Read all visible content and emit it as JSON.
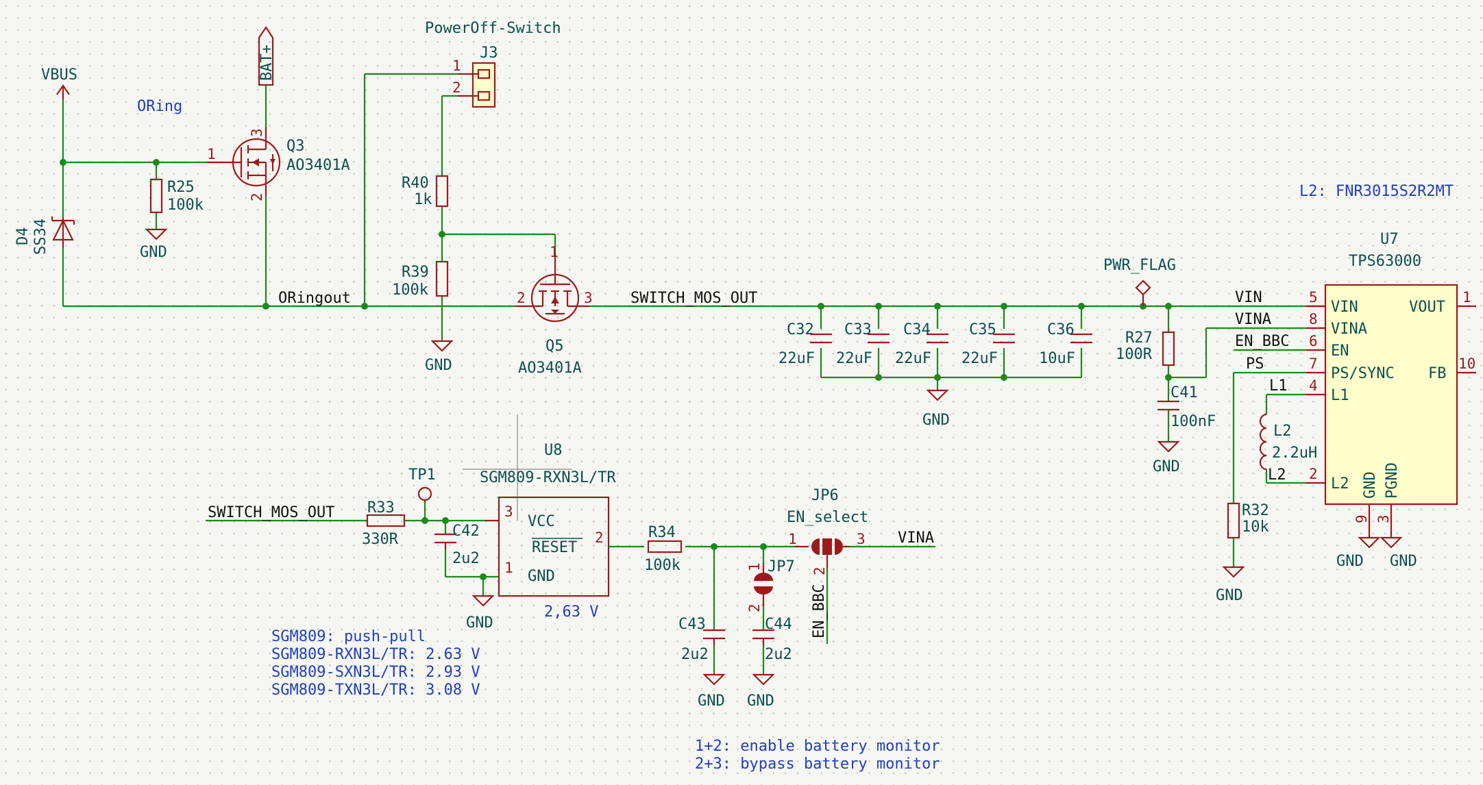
{
  "notes": {
    "oring": "ORing",
    "l2_part": "L2: FNR3015S2R2MT",
    "sgm1": "SGM809: push-pull",
    "sgm2": "SGM809-RXN3L/TR: 2.63 V",
    "sgm3": "SGM809-SXN3L/TR: 2.93 V",
    "sgm4": "SGM809-TXN3L/TR: 3.08 V",
    "jp1": "1+2: enable battery monitor",
    "jp2": "2+3: bypass battery monitor"
  },
  "power": {
    "vbus": "VBUS",
    "bat": "BAT+",
    "gnd": "GND",
    "pwr_flag": "PWR_FLAG"
  },
  "nets": {
    "oringout": "ORingout",
    "switch_mos_out": "SWITCH_MOS_OUT",
    "switch_mos_out2": "SWITCH_MOS_OUT",
    "vin": "VIN",
    "vina": "VINA",
    "vina2": "VINA",
    "en_bbc": "EN_BBC",
    "en_bbc2": "EN_BBC",
    "ps": "PS",
    "l1": "L1",
    "l2": "L2"
  },
  "components": {
    "q3": {
      "ref": "Q3",
      "value": "AO3401A"
    },
    "q5": {
      "ref": "Q5",
      "value": "AO3401A"
    },
    "d4": {
      "ref": "D4",
      "value": "SS34"
    },
    "r25": {
      "ref": "R25",
      "value": "100k"
    },
    "r40": {
      "ref": "R40",
      "value": "1k"
    },
    "r39": {
      "ref": "R39",
      "value": "100k"
    },
    "j3": {
      "ref": "J3",
      "value": "PowerOff-Switch"
    },
    "c32": {
      "ref": "C32",
      "value": "22uF"
    },
    "c33": {
      "ref": "C33",
      "value": "22uF"
    },
    "c34": {
      "ref": "C34",
      "value": "22uF"
    },
    "c35": {
      "ref": "C35",
      "value": "22uF"
    },
    "c36": {
      "ref": "C36",
      "value": "10uF"
    },
    "r27": {
      "ref": "R27",
      "value": "100R"
    },
    "c41": {
      "ref": "C41",
      "value": "100nF"
    },
    "u7": {
      "ref": "U7",
      "value": "TPS63000"
    },
    "l2": {
      "ref": "L2",
      "value": "2.2uH"
    },
    "r32": {
      "ref": "R32",
      "value": "10k"
    },
    "u8": {
      "ref": "U8",
      "value": "SGM809-RXN3L/TR",
      "voltage": "2,63 V"
    },
    "tp1": {
      "ref": "TP1"
    },
    "r33": {
      "ref": "R33",
      "value": "330R"
    },
    "c42": {
      "ref": "C42",
      "value": "2u2"
    },
    "r34": {
      "ref": "R34",
      "value": "100k"
    },
    "jp6": {
      "ref": "JP6",
      "value": "EN_select"
    },
    "jp7": {
      "ref": "JP7"
    },
    "c43": {
      "ref": "C43",
      "value": "2u2"
    },
    "c44": {
      "ref": "C44",
      "value": "2u2"
    }
  },
  "u7_pins": {
    "vin": "VIN",
    "vina": "VINA",
    "en": "EN",
    "ps": "PS/SYNC",
    "l1": "L1",
    "l2": "L2",
    "vout": "VOUT",
    "fb": "FB",
    "gnd": "GND",
    "pgnd": "PGND",
    "n_vin": "5",
    "n_vina": "8",
    "n_en": "6",
    "n_ps": "7",
    "n_l1": "4",
    "n_l2": "2",
    "n_vout": "1",
    "n_fb": "10",
    "n_gnd": "9",
    "n_pgnd": "3"
  },
  "u8_pins": {
    "vcc": "VCC",
    "reset": "RESET",
    "gnd": "GND",
    "n_vcc": "3",
    "n_reset": "2",
    "n_gnd": "1"
  },
  "pins": {
    "q3_1": "1",
    "q3_2": "2",
    "q3_3": "3",
    "q5_1": "1",
    "q5_2": "2",
    "q5_3": "3",
    "j3_1": "1",
    "j3_2": "2",
    "jp6_1": "1",
    "jp6_2": "2",
    "jp6_3": "3",
    "jp7_1": "1",
    "jp7_2": "2"
  }
}
